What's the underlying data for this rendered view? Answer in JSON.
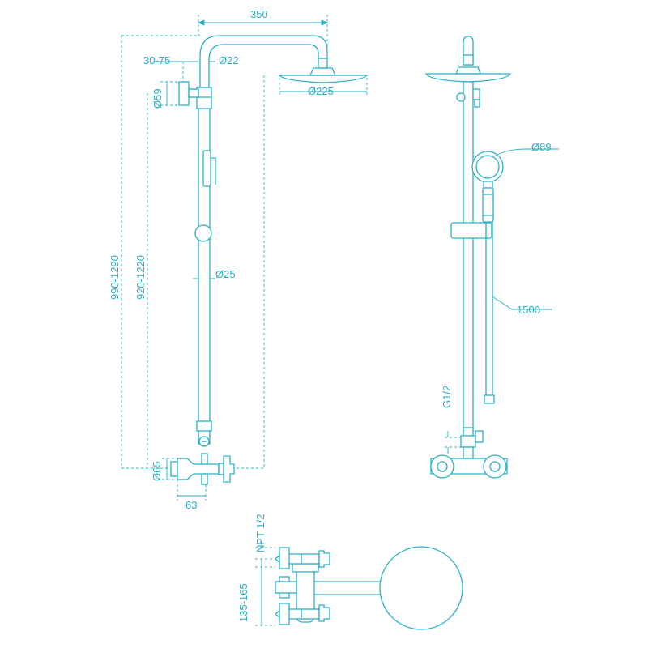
{
  "colors": {
    "ink": "#2ab0c5",
    "background": "#ffffff"
  },
  "front_view": {
    "dimensions": {
      "arm_width": "350",
      "wall_offset": "30-75",
      "arm_diameter": "Ø22",
      "head_diameter": "Ø225",
      "bracket_diameter": "Ø59",
      "total_height": "990-1290",
      "column_height": "920-1220",
      "rail_diameter": "Ø25",
      "mixer_diameter": "Ø65",
      "mixer_depth": "63"
    }
  },
  "side_view": {
    "dimensions": {
      "hand_shower_diameter": "Ø89",
      "hose_length": "1500",
      "outlet_thread": "G1/2"
    }
  },
  "top_view": {
    "dimensions": {
      "inlet_thread": "NPT 1/2",
      "inlet_spacing": "135-165"
    }
  }
}
